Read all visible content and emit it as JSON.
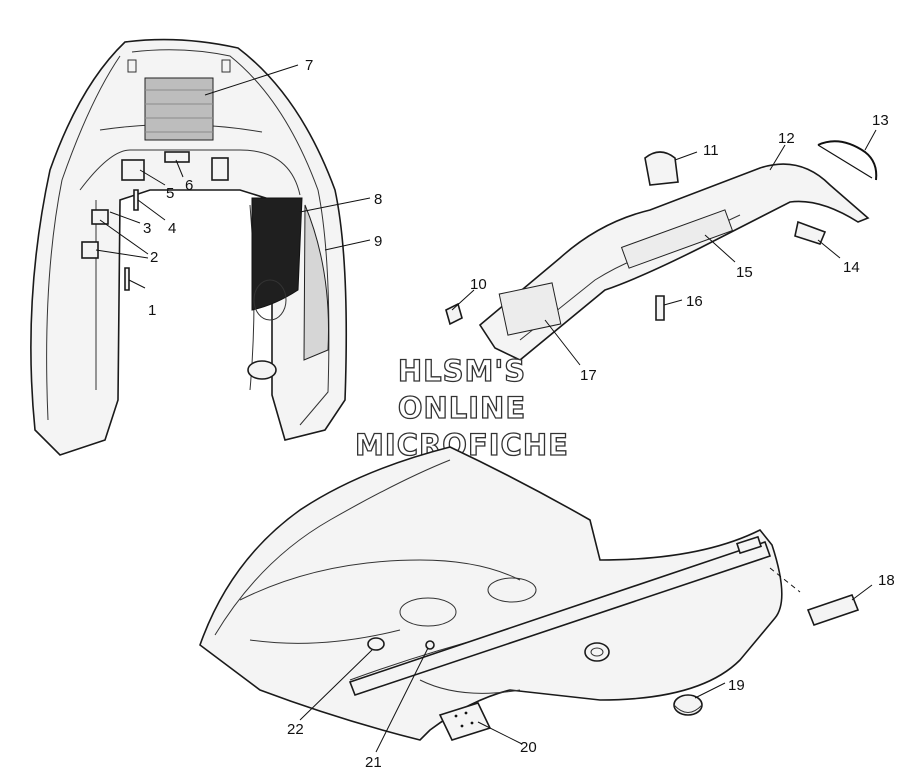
{
  "diagram": {
    "watermark": [
      "HLSM'S",
      "ONLINE",
      "MICROFICHE"
    ],
    "callouts": [
      {
        "id": "1",
        "label": "1"
      },
      {
        "id": "2",
        "label": "2"
      },
      {
        "id": "3",
        "label": "3"
      },
      {
        "id": "4",
        "label": "4"
      },
      {
        "id": "5",
        "label": "5"
      },
      {
        "id": "6",
        "label": "6"
      },
      {
        "id": "7",
        "label": "7"
      },
      {
        "id": "8",
        "label": "8"
      },
      {
        "id": "9",
        "label": "9"
      },
      {
        "id": "10",
        "label": "10"
      },
      {
        "id": "11",
        "label": "11"
      },
      {
        "id": "12",
        "label": "12"
      },
      {
        "id": "13",
        "label": "13"
      },
      {
        "id": "14",
        "label": "14"
      },
      {
        "id": "15",
        "label": "15"
      },
      {
        "id": "16",
        "label": "16"
      },
      {
        "id": "17",
        "label": "17"
      },
      {
        "id": "18",
        "label": "18"
      },
      {
        "id": "19",
        "label": "19"
      },
      {
        "id": "20",
        "label": "20"
      },
      {
        "id": "21",
        "label": "21"
      },
      {
        "id": "22",
        "label": "22"
      }
    ]
  }
}
